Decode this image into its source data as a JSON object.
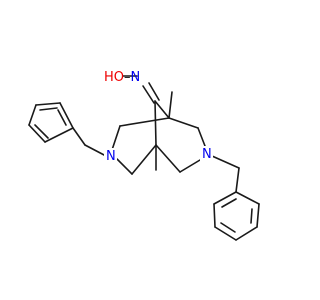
{
  "molecule": {
    "oxime": {
      "label_H": "H",
      "label_O": "O",
      "dash": "–",
      "label_N": "N"
    },
    "ring_n_left": "N",
    "ring_n_right": "N",
    "colors": {
      "bond": "#1a1a1a",
      "heteroatom_N": "#0000ee",
      "heteroatom_O": "#ee0000"
    }
  }
}
